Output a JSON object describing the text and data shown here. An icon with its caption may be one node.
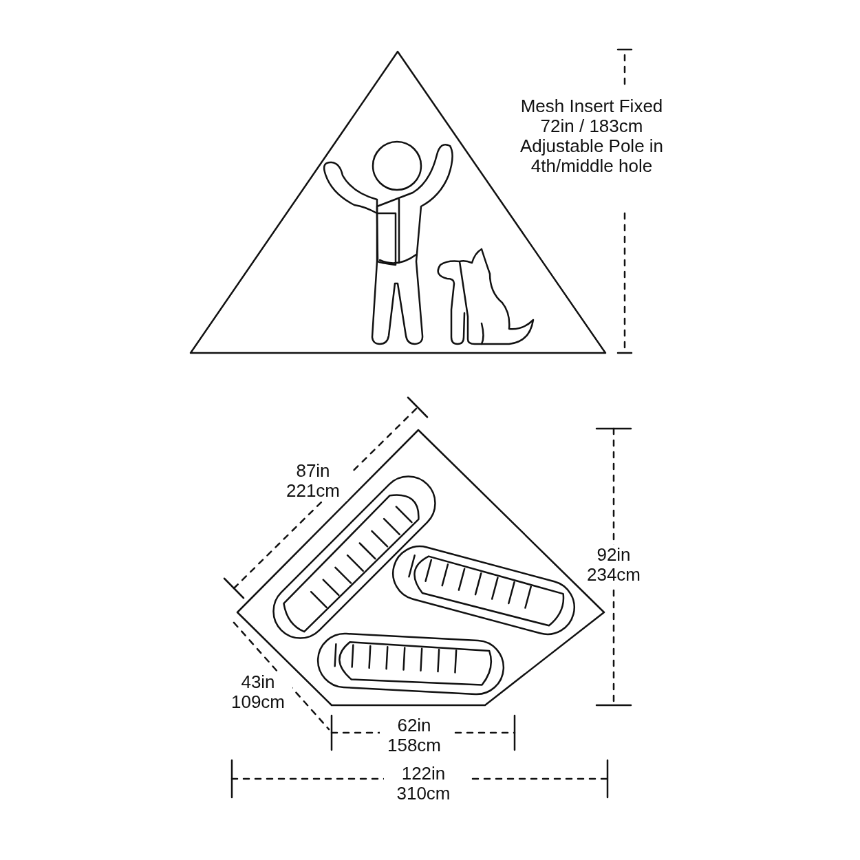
{
  "diagram": {
    "labels": [
      "Mesh Insert Fixed 72in / 183cm Adjustable Pole in 4th/middle hole",
      "87in 221cm",
      "92in 234cm",
      "43in 109cm",
      "62in 158cm",
      "122in 310cm"
    ]
  }
}
